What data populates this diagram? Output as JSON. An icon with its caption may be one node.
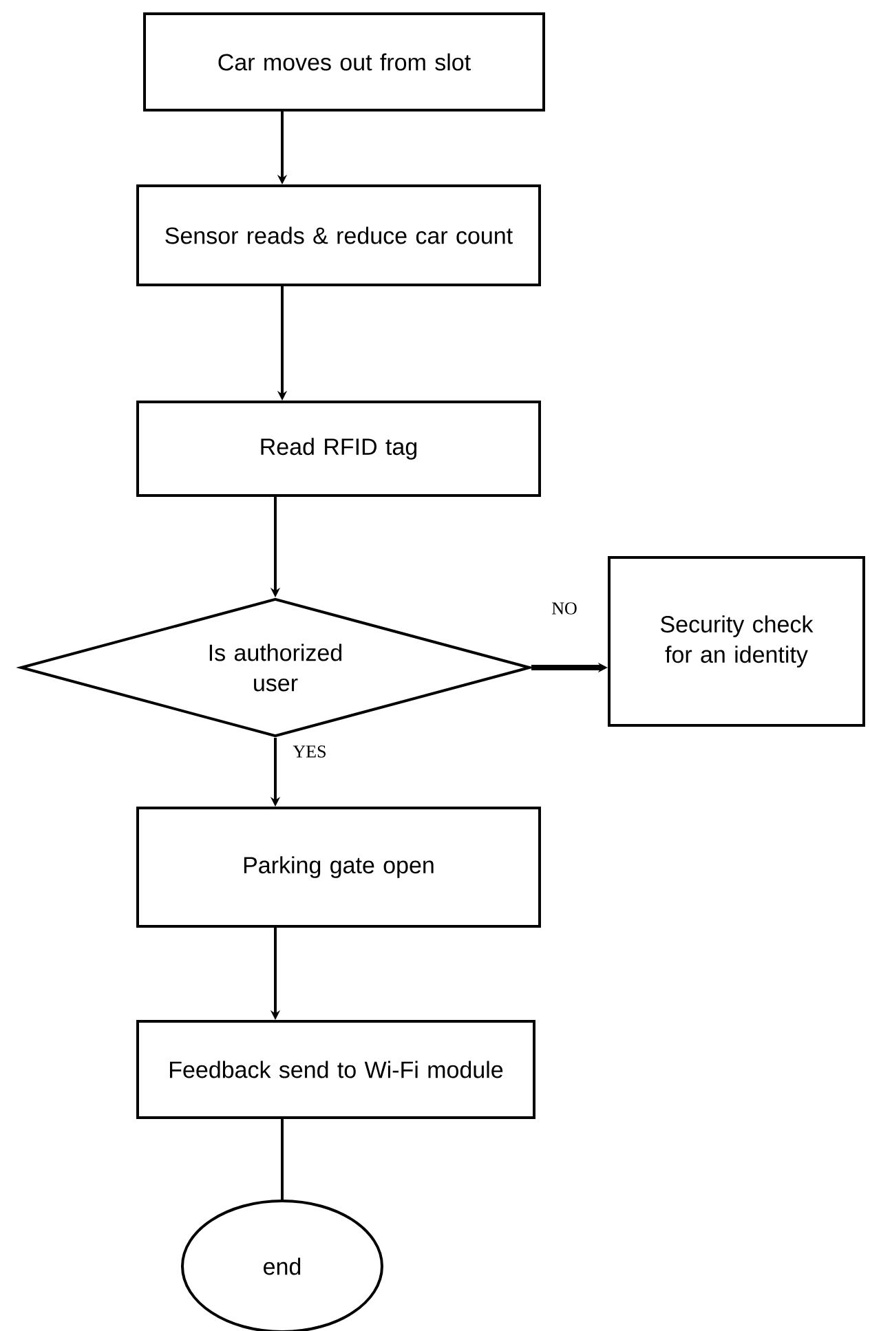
{
  "diagram": {
    "nodes": [
      {
        "text": [
          "Car moves out from slot"
        ]
      },
      {
        "text": [
          "Sensor reads & reduce car count"
        ]
      },
      {
        "text": [
          "Read RFID tag"
        ]
      },
      {
        "text": [
          "Is authorized user"
        ]
      },
      {
        "text": [
          "Security check for an identity"
        ]
      },
      {
        "text": [
          "Parking gate open"
        ]
      },
      {
        "text": [
          "Feedback send to Wi-Fi module"
        ]
      },
      {
        "text": [
          "end"
        ]
      }
    ],
    "edges": [
      {
        "from": 0,
        "to": 1,
        "arrow": "to"
      },
      {
        "from": 1,
        "to": 2,
        "arrow": "to"
      },
      {
        "from": 2,
        "to": 3,
        "arrow": "to"
      },
      {
        "from": 3,
        "to": 4,
        "arrow": "to",
        "label": "NO",
        "style": "thick"
      },
      {
        "from": 3,
        "to": 5,
        "arrow": "to",
        "label": "YES"
      },
      {
        "from": 5,
        "to": 6,
        "arrow": "to"
      },
      {
        "from": 6,
        "to": 7,
        "arrow": "none"
      }
    ]
  }
}
